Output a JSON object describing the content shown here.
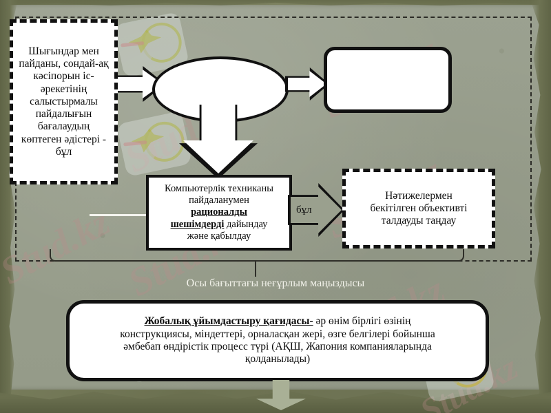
{
  "slide": {
    "background_color": "#9aa08e",
    "frame_color": "#6d7252",
    "watermark_text": "Stud.kz",
    "watermark_color": "#be8c8c"
  },
  "boxes": {
    "left_methods": {
      "text": "Шығындар мен пайданы, сондай-ақ кәсіпорын іс-әрекетінің салыстырмалы пайдалығын бағалаудың көптеген әдістері - бұл",
      "style": "dashed",
      "fill": "#ffffff"
    },
    "ellipse_empty": {
      "text": "",
      "style": "ellipse",
      "fill": "#ffffff"
    },
    "top_right_empty": {
      "text": "",
      "style": "rounded",
      "fill": "#ffffff"
    },
    "middle_computer": {
      "line1": "Компьютерлік техниканы",
      "line2": "пайдаланумен",
      "line3_underlined": "рационалды",
      "line4_underlined": "шешімдерді",
      "line4_rest": " дайындау",
      "line5": "және қабылдау",
      "style": "solid",
      "fill": "#ffffff"
    },
    "right_results": {
      "line1": "Нәтижелермен",
      "line2": "бекітілген объективті",
      "line3": "талдауды таңдау",
      "style": "dashed",
      "fill": "#ffffff"
    },
    "bottom_principle": {
      "lead_underlined": "Жобалық ұйымдастыру қағидасы-",
      "line1_rest": " әр өнім бірлігі өзінің",
      "line2": "конструкциясы, міндеттері, орналасқан жері, өзге белгілері бойынша",
      "line3": "әмбебап өндірістік процесс түрі (АҚШ, Жапония компанияларында",
      "line4": "қолданылады)",
      "style": "rounded-large",
      "fill": "#ffffff"
    }
  },
  "arrows": {
    "left_to_ellipse": {
      "direction": "right",
      "label": ""
    },
    "ellipse_to_topright": {
      "direction": "right",
      "label": ""
    },
    "ellipse_to_middle": {
      "direction": "down",
      "label": ""
    },
    "middle_to_right": {
      "direction": "right",
      "label": "бұл"
    },
    "bottom_pale": {
      "direction": "down",
      "label": "",
      "color": "#a9b096"
    }
  },
  "caption": {
    "text": "Осы бағыттағы неғұрлым маңыздысы",
    "color": "#f2f2ea"
  }
}
